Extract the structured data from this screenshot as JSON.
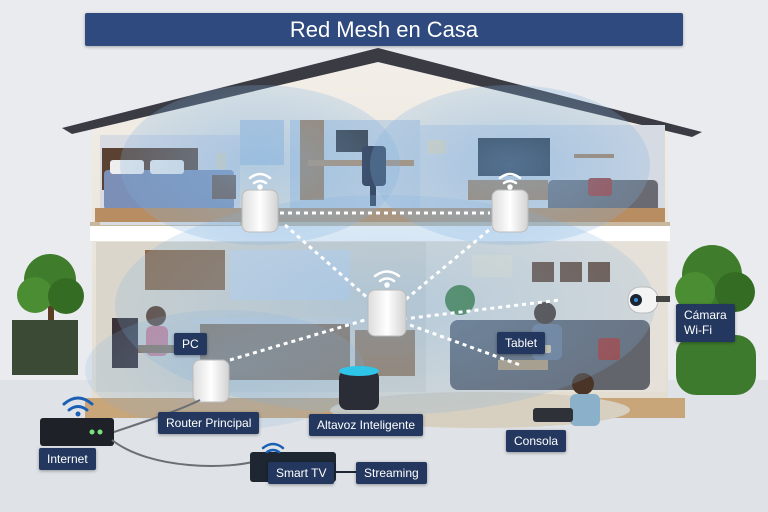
{
  "title": "Red Mesh en Casa",
  "labels": {
    "pc": "PC",
    "tablet": "Tablet",
    "camera_line1": "Cámara",
    "camera_line2": "Wi-Fi",
    "router": "Router Principal",
    "speaker": "Altavoz Inteligente",
    "console": "Consola",
    "internet": "Internet",
    "smart_tv": "Smart TV",
    "streaming": "Streaming"
  },
  "colors": {
    "title_bg": "#2e4a7e",
    "label_bg": "#24385f",
    "roof": "#3b3b44",
    "wifi": "#1a5fb4",
    "coverage": "#7fb1de"
  },
  "icons": [
    "wifi-icon",
    "mesh-node-icon",
    "modem-icon",
    "camera-icon",
    "speaker-icon",
    "tv-box-icon"
  ]
}
